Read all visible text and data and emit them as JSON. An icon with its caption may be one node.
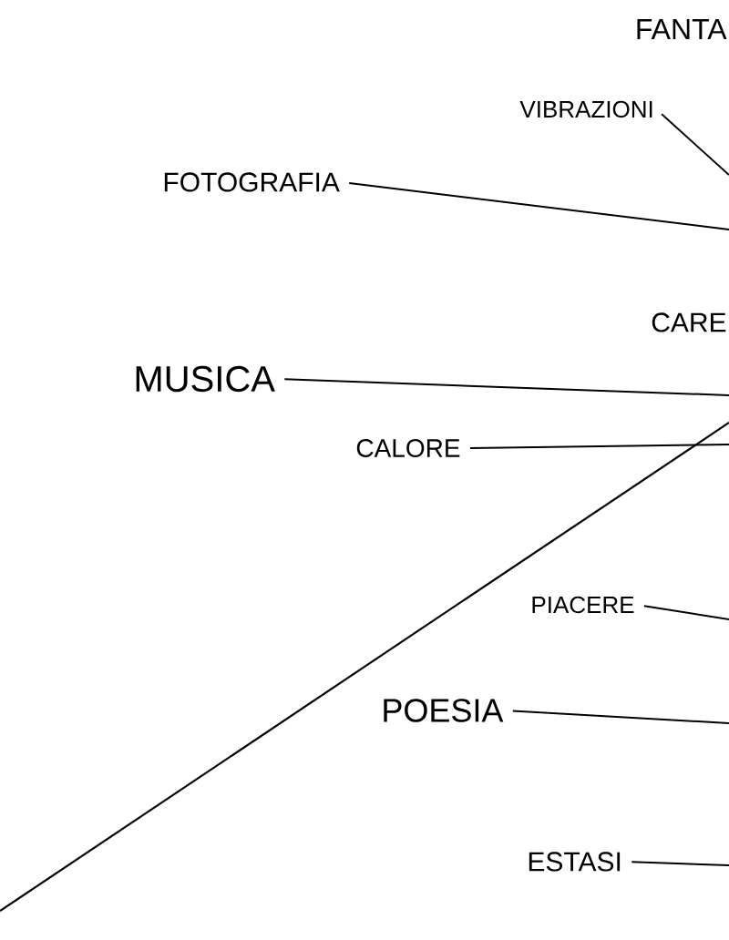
{
  "diagram": {
    "nodes": [
      {
        "text": [
          "VIBRAZIONI"
        ]
      },
      {
        "text": [
          "FOTOGRAFIA"
        ]
      },
      {
        "text": [
          "MUSICA"
        ]
      },
      {
        "text": [
          "CALORE"
        ]
      },
      {
        "text": [
          "PIACERE"
        ]
      },
      {
        "text": [
          "POESIA"
        ]
      },
      {
        "text": [
          "ESTASI"
        ]
      }
    ],
    "edges": [
      {
        "from": 0,
        "to": null,
        "arrow": "none"
      },
      {
        "from": 1,
        "to": null,
        "arrow": "none"
      },
      {
        "from": 2,
        "to": null,
        "arrow": "none"
      },
      {
        "from": 3,
        "to": null,
        "arrow": "none"
      },
      {
        "from": 4,
        "to": null,
        "arrow": "none"
      },
      {
        "from": 5,
        "to": null,
        "arrow": "none"
      },
      {
        "from": 6,
        "to": null,
        "arrow": "none"
      }
    ],
    "labels": [
      "FANTA",
      "CARE"
    ]
  }
}
